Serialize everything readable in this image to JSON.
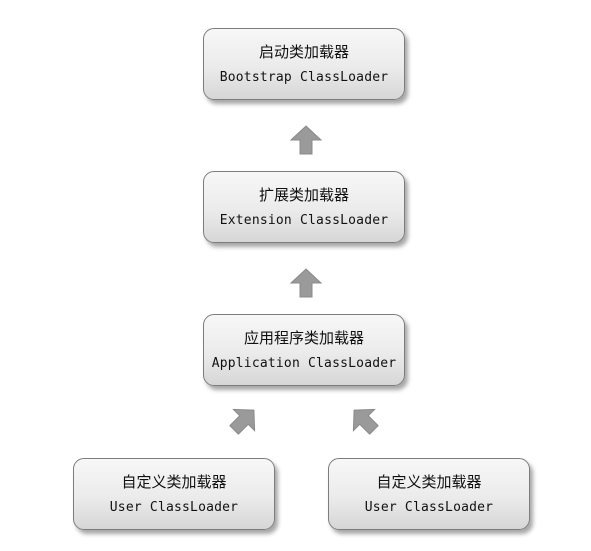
{
  "nodes": {
    "bootstrap": {
      "cn": "启动类加载器",
      "en": "Bootstrap ClassLoader"
    },
    "extension": {
      "cn": "扩展类加载器",
      "en": "Extension ClassLoader"
    },
    "application": {
      "cn": "应用程序类加载器",
      "en": "Application ClassLoader"
    },
    "user_left": {
      "cn": "自定义类加载器",
      "en": "User ClassLoader"
    },
    "user_right": {
      "cn": "自定义类加载器",
      "en": "User ClassLoader"
    }
  },
  "colors": {
    "box_fill": "#ebebeb",
    "box_border": "#7d7d7d",
    "arrow_fill": "#9a9a9a"
  }
}
